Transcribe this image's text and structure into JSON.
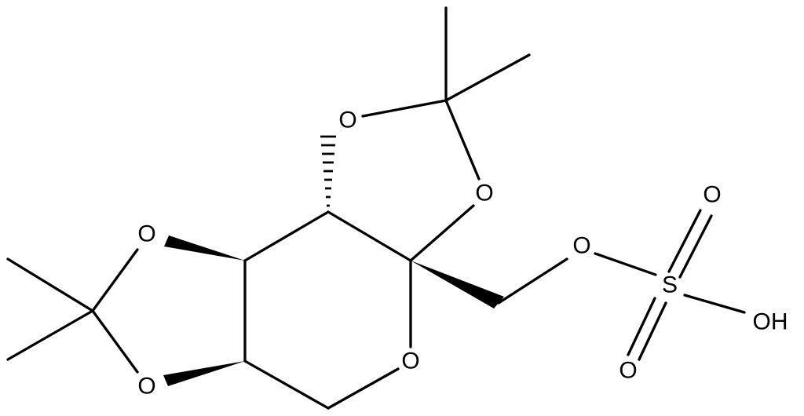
{
  "molecule": {
    "atoms": {
      "o_top_left": "O",
      "o_top_right": "O",
      "o_left_upper": "O",
      "o_left_lower": "O",
      "o_ring": "O",
      "o_ester": "O",
      "sulfur": "S",
      "o_sulfonyl_top": "O",
      "o_sulfonyl_bottom": "O",
      "hydroxyl": "OH"
    }
  },
  "colors": {
    "bond": "#000000",
    "background": "#ffffff"
  }
}
